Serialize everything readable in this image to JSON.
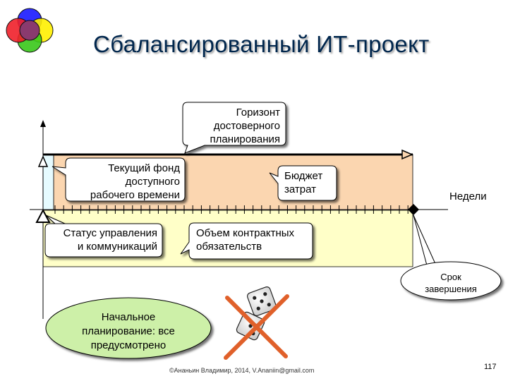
{
  "title": "Сбалансированный ИТ-проект",
  "callouts": {
    "horizon": "Горизонт\nдостоверного\nпланирования",
    "time_fund": "Текущий фонд\nдоступного\nрабочего времени",
    "budget": "Бюджет\nзатрат",
    "status": "Статус управления\nи коммуникаций",
    "contracts": "Объем контрактных\nобязательств",
    "deadline": "Срок\nзавершения",
    "initial_planning": "Начальное\nпланирование: все\nпредусмотрено"
  },
  "axis": {
    "weeks_label": "Недели"
  },
  "footer": "©Ананьин Владимир, 2014, V.Ananiin@gmail.com",
  "page_number": "117",
  "colors": {
    "title": "#00264d",
    "upper_band": "#fbd6b0",
    "lower_band": "#ffffc8",
    "initial_planning_ellipse": "#cdf0a8",
    "cross": "#e0602a"
  }
}
